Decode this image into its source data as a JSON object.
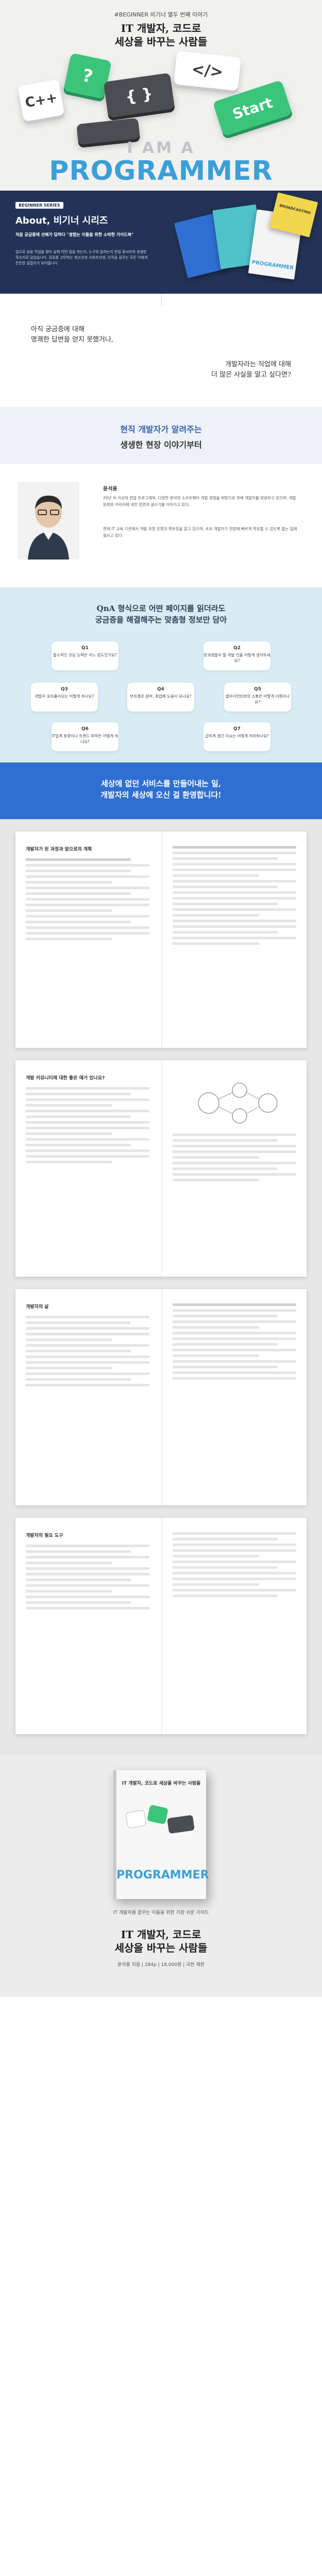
{
  "hero": {
    "tag_badge": "BEGINNER",
    "tag_text": "#BEGINNER 비기너 열두 번째 이야기",
    "title_line1": "IT 개발자, 코드로",
    "title_line2": "세상을 바꾸는 사람들",
    "key1": "C++",
    "key2": "?",
    "key3": "{ }",
    "key4": "</>",
    "key5": "Start",
    "iam": "I AM A",
    "programmer": "PROGRAMMER"
  },
  "about": {
    "badge": "BEGINNER SERIES",
    "heading": "About, 비기너 시리즈",
    "bold_text": "처음 궁금증에 선배가 답하다 \"경험는 이들을 위한 소박한 가이드북\"",
    "body_text": "업으로 삼을 직업을 찾아 실제 어떤 일을 하는지, 누구와 일하는지 현업 종사자의 생생한 목소리로 담았습니다. 진로를 고민하는 청소년과 사회초년생, 이직을 꿈꾸는 모든 이에게 든든한 길잡이가 되어줍니다.",
    "book1": "PROGRAMMER",
    "book2": "BROADCASTING"
  },
  "question": {
    "line1": "아직 궁금증에 대해",
    "line2": "명쾌한 답변을 얻지 못했거나,",
    "line3": "개발자라는 직업에 대해",
    "line4": "더 많은 사실을 알고 싶다면?"
  },
  "intro_band": {
    "line1": "현직 개발자가 알려주는",
    "line2": "생생한 현장 이야기부터"
  },
  "author": {
    "name": "윤석용",
    "p1": "20년 차 이상의 현업 프로그래머. 다양한 분야의 소프트웨어 개발 경험을 바탕으로 후배 개발자를 양성하고 있으며, 개발 문화와 커리어에 대한 강연과 글쓰기를 이어가고 있다.",
    "p2": "현재 IT 교육 기관에서 개발 과정 운영과 멘토링을 맡고 있으며, 초보 개발자가 현장에 빠르게 적응할 수 있도록 돕는 일에 힘쓰고 있다."
  },
  "qna": {
    "heading1": "QnA 형식으로 어떤 페이지를 읽더라도",
    "heading2": "궁금증을 해결해주는 맞춤형 정보만 담아",
    "cards": [
      {
        "num": "Q1",
        "text": "필수적인 코딩 능력은 어느 정도인가요?"
      },
      {
        "num": "Q2",
        "text": "문과생들이 할 개발 진출 어떻게 생각하세요?"
      },
      {
        "num": "Q3",
        "text": "개발자 포트폴리오는 어떻게 하나요?"
      },
      {
        "num": "Q4",
        "text": "부트캠프 참여, 취업에 도움이 되나요?"
      },
      {
        "num": "Q5",
        "text": "클라이언트와의 소통은 어떻게 이뤄지나요?"
      },
      {
        "num": "Q6",
        "text": "IT업계 동향이나 트렌드 파악은 어떻게 하나요?"
      },
      {
        "num": "Q7",
        "text": "급하게 생긴 이슈는 어떻게 처리하나요?"
      }
    ]
  },
  "closing": {
    "line1": "세상에 없던 서비스를 만들어내는 일,",
    "line2": "개발자의 세상에 오신 걸 환영합니다!"
  },
  "spreads": [
    {
      "left_title": "개발자가 된 과정과 앞으로의 계획",
      "right_title": ""
    },
    {
      "left_title": "개발 커뮤니티에 대한 좋은 예가 있나요?",
      "right_title": ""
    },
    {
      "left_title": "개발자의 삶",
      "right_title": ""
    },
    {
      "left_title": "개발자의 필요 도구",
      "right_title": ""
    }
  ],
  "final": {
    "cover_top": "IT 개발자, 코드로 세상을 바꾸는 사람들",
    "cover_prog": "PROGRAMMER",
    "sub": "IT 개발자를 꿈꾸는 이들을 위한 가장 쉬운 가이드",
    "title_line1": "IT 개발자, 코드로",
    "title_line2": "세상을 바꾸는 사람들",
    "meta": "윤석용 지음 | 284p | 18,000원 | 국판 제본"
  }
}
